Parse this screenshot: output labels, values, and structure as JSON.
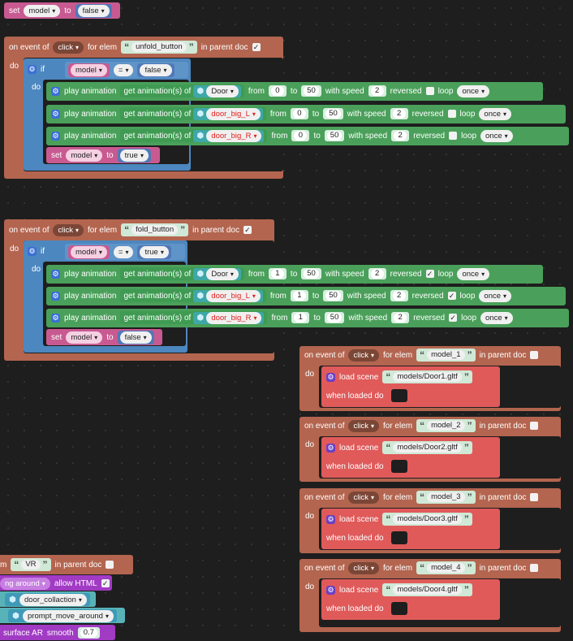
{
  "top_set": {
    "set": "set",
    "var": "model",
    "to": "to",
    "val": "false"
  },
  "event1": {
    "on_event_of": "on event of",
    "event": "click",
    "for_elem": "for elem",
    "elem": "unfold_button",
    "in_parent_doc": "in parent doc",
    "checked": "✓",
    "do": "do",
    "if": "if",
    "do2": "do",
    "cond": {
      "var": "model",
      "op": "=",
      "val": "false"
    },
    "anims": [
      {
        "play": "play animation",
        "get": "get animation(s) of",
        "obj": "Door",
        "from": "from",
        "from_v": "0",
        "to": "to",
        "to_v": "50",
        "speed": "with speed",
        "speed_v": "2",
        "rev": "reversed",
        "rev_v": "",
        "loop": "loop",
        "loop_v": "once"
      },
      {
        "play": "play animation",
        "get": "get animation(s) of",
        "obj": "door_big_L",
        "from": "from",
        "from_v": "0",
        "to": "to",
        "to_v": "50",
        "speed": "with speed",
        "speed_v": "2",
        "rev": "reversed",
        "rev_v": "",
        "loop": "loop",
        "loop_v": "once"
      },
      {
        "play": "play animation",
        "get": "get animation(s) of",
        "obj": "door_big_R",
        "from": "from",
        "from_v": "0",
        "to": "to",
        "to_v": "50",
        "speed": "with speed",
        "speed_v": "2",
        "rev": "reversed",
        "rev_v": "",
        "loop": "loop",
        "loop_v": "once"
      }
    ],
    "set": {
      "set": "set",
      "var": "model",
      "to": "to",
      "val": "true"
    }
  },
  "event2": {
    "on_event_of": "on event of",
    "event": "click",
    "for_elem": "for elem",
    "elem": "fold_button",
    "in_parent_doc": "in parent doc",
    "checked": "✓",
    "do": "do",
    "if": "if",
    "do2": "do",
    "cond": {
      "var": "model",
      "op": "=",
      "val": "true"
    },
    "anims": [
      {
        "play": "play animation",
        "get": "get animation(s) of",
        "obj": "Door",
        "from": "from",
        "from_v": "1",
        "to": "to",
        "to_v": "50",
        "speed": "with speed",
        "speed_v": "2",
        "rev": "reversed",
        "rev_v": "✓",
        "loop": "loop",
        "loop_v": "once"
      },
      {
        "play": "play animation",
        "get": "get animation(s) of",
        "obj": "door_big_L",
        "from": "from",
        "from_v": "1",
        "to": "to",
        "to_v": "50",
        "speed": "with speed",
        "speed_v": "2",
        "rev": "reversed",
        "rev_v": "✓",
        "loop": "loop",
        "loop_v": "once"
      },
      {
        "play": "play animation",
        "get": "get animation(s) of",
        "obj": "door_big_R",
        "from": "from",
        "from_v": "1",
        "to": "to",
        "to_v": "50",
        "speed": "with speed",
        "speed_v": "2",
        "rev": "reversed",
        "rev_v": "✓",
        "loop": "loop",
        "loop_v": "once"
      }
    ],
    "set": {
      "set": "set",
      "var": "model",
      "to": "to",
      "val": "false"
    }
  },
  "models": [
    {
      "on_event_of": "on event of",
      "event": "click",
      "for_elem": "for elem",
      "elem": "model_1",
      "in_parent_doc": "in parent doc",
      "do": "do",
      "load": "load scene",
      "path": "models/Door1.gltf",
      "when": "when loaded do"
    },
    {
      "on_event_of": "on event of",
      "event": "click",
      "for_elem": "for elem",
      "elem": "model_2",
      "in_parent_doc": "in parent doc",
      "do": "do",
      "load": "load scene",
      "path": "models/Door2.gltf",
      "when": "when loaded do"
    },
    {
      "on_event_of": "on event of",
      "event": "click",
      "for_elem": "for elem",
      "elem": "model_3",
      "in_parent_doc": "in parent doc",
      "do": "do",
      "load": "load scene",
      "path": "models/Door3.gltf",
      "when": "when loaded do"
    },
    {
      "on_event_of": "on event of",
      "event": "click",
      "for_elem": "for elem",
      "elem": "model_4",
      "in_parent_doc": "in parent doc",
      "do": "do",
      "load": "load scene",
      "path": "models/Door4.gltf",
      "when": "when loaded do"
    }
  ],
  "bottom_left": {
    "frag_m": "m",
    "vr": "VR",
    "in_parent_doc": "in parent doc",
    "ng_around": "ng around",
    "allow_html": "allow HTML",
    "allow_check": "✓",
    "door_collaction": "door_collaction",
    "prompt": "prompt_move_around",
    "surface": "surface AR",
    "smooth": "smooth",
    "smooth_v": "0.7"
  }
}
